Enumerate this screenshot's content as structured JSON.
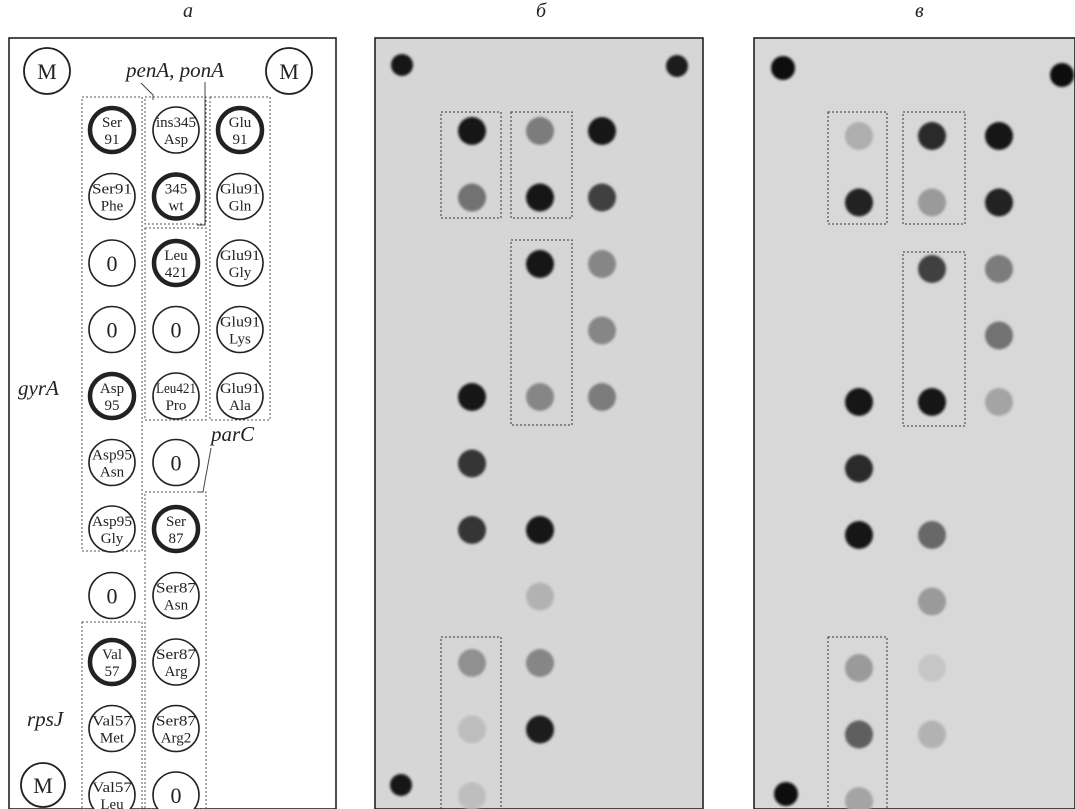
{
  "panel_labels": {
    "a": "а",
    "b": "б",
    "c": "в"
  },
  "genes": {
    "penA_ponA": "penA, ponA",
    "gyrA": "gyrA",
    "parC": "parC",
    "rpsJ": "rpsJ"
  },
  "markers": {
    "label": "M"
  },
  "layout_grid": {
    "columns": 3,
    "rows": 11,
    "cells": [
      {
        "row": 1,
        "col": 1,
        "lines": [
          "Ser",
          "91"
        ],
        "kind": "wildtype"
      },
      {
        "row": 1,
        "col": 2,
        "lines": [
          "ins345",
          "Asp"
        ],
        "kind": "mutant"
      },
      {
        "row": 1,
        "col": 3,
        "lines": [
          "Glu",
          "91"
        ],
        "kind": "wildtype"
      },
      {
        "row": 2,
        "col": 1,
        "lines": [
          "Ser91",
          "Phe"
        ],
        "kind": "mutant"
      },
      {
        "row": 2,
        "col": 2,
        "lines": [
          "345",
          "wt"
        ],
        "kind": "wildtype"
      },
      {
        "row": 2,
        "col": 3,
        "lines": [
          "Glu91",
          "Gln"
        ],
        "kind": "mutant"
      },
      {
        "row": 3,
        "col": 1,
        "lines": [
          "0"
        ],
        "kind": "empty"
      },
      {
        "row": 3,
        "col": 2,
        "lines": [
          "Leu",
          "421"
        ],
        "kind": "wildtype"
      },
      {
        "row": 3,
        "col": 3,
        "lines": [
          "Glu91",
          "Gly"
        ],
        "kind": "mutant"
      },
      {
        "row": 4,
        "col": 1,
        "lines": [
          "0"
        ],
        "kind": "empty"
      },
      {
        "row": 4,
        "col": 2,
        "lines": [
          "0"
        ],
        "kind": "empty"
      },
      {
        "row": 4,
        "col": 3,
        "lines": [
          "Glu91",
          "Lys"
        ],
        "kind": "mutant"
      },
      {
        "row": 5,
        "col": 1,
        "lines": [
          "Asp",
          "95"
        ],
        "kind": "wildtype"
      },
      {
        "row": 5,
        "col": 2,
        "lines": [
          "Leu421",
          "Pro"
        ],
        "kind": "mutant"
      },
      {
        "row": 5,
        "col": 3,
        "lines": [
          "Glu91",
          "Ala"
        ],
        "kind": "mutant"
      },
      {
        "row": 6,
        "col": 1,
        "lines": [
          "Asp95",
          "Asn"
        ],
        "kind": "mutant"
      },
      {
        "row": 6,
        "col": 2,
        "lines": [
          "0"
        ],
        "kind": "empty"
      },
      {
        "row": 7,
        "col": 1,
        "lines": [
          "Asp95",
          "Gly"
        ],
        "kind": "mutant"
      },
      {
        "row": 7,
        "col": 2,
        "lines": [
          "Ser",
          "87"
        ],
        "kind": "wildtype"
      },
      {
        "row": 8,
        "col": 1,
        "lines": [
          "0"
        ],
        "kind": "empty"
      },
      {
        "row": 8,
        "col": 2,
        "lines": [
          "Ser87",
          "Asn"
        ],
        "kind": "mutant"
      },
      {
        "row": 9,
        "col": 1,
        "lines": [
          "Val",
          "57"
        ],
        "kind": "wildtype"
      },
      {
        "row": 9,
        "col": 2,
        "lines": [
          "Ser87",
          "Arg"
        ],
        "kind": "mutant"
      },
      {
        "row": 10,
        "col": 1,
        "lines": [
          "Val57",
          "Met"
        ],
        "kind": "mutant"
      },
      {
        "row": 10,
        "col": 2,
        "lines": [
          "Ser87",
          "Arg2"
        ],
        "kind": "mutant"
      },
      {
        "row": 11,
        "col": 1,
        "lines": [
          "Val57",
          "Leu"
        ],
        "kind": "mutant"
      },
      {
        "row": 11,
        "col": 2,
        "lines": [
          "0"
        ],
        "kind": "empty"
      }
    ]
  },
  "blot_b": {
    "spots": [
      {
        "row": 1,
        "col": 1,
        "intensity": 0.95
      },
      {
        "row": 1,
        "col": 2,
        "intensity": 0.45
      },
      {
        "row": 1,
        "col": 3,
        "intensity": 0.95
      },
      {
        "row": 2,
        "col": 1,
        "intensity": 0.5
      },
      {
        "row": 2,
        "col": 2,
        "intensity": 0.97
      },
      {
        "row": 2,
        "col": 3,
        "intensity": 0.75
      },
      {
        "row": 3,
        "col": 2,
        "intensity": 0.95
      },
      {
        "row": 3,
        "col": 3,
        "intensity": 0.4
      },
      {
        "row": 4,
        "col": 3,
        "intensity": 0.4
      },
      {
        "row": 5,
        "col": 1,
        "intensity": 0.95
      },
      {
        "row": 5,
        "col": 2,
        "intensity": 0.4
      },
      {
        "row": 5,
        "col": 3,
        "intensity": 0.45
      },
      {
        "row": 6,
        "col": 1,
        "intensity": 0.8
      },
      {
        "row": 7,
        "col": 1,
        "intensity": 0.8
      },
      {
        "row": 7,
        "col": 2,
        "intensity": 0.95
      },
      {
        "row": 8,
        "col": 2,
        "intensity": 0.18
      },
      {
        "row": 9,
        "col": 1,
        "intensity": 0.35
      },
      {
        "row": 9,
        "col": 2,
        "intensity": 0.4
      },
      {
        "row": 10,
        "col": 1,
        "intensity": 0.12
      },
      {
        "row": 10,
        "col": 2,
        "intensity": 0.93
      },
      {
        "row": 11,
        "col": 1,
        "intensity": 0.12
      }
    ]
  },
  "blot_c": {
    "spots": [
      {
        "row": 1,
        "col": 1,
        "intensity": 0.2
      },
      {
        "row": 1,
        "col": 2,
        "intensity": 0.85
      },
      {
        "row": 1,
        "col": 3,
        "intensity": 0.95
      },
      {
        "row": 2,
        "col": 1,
        "intensity": 0.9
      },
      {
        "row": 2,
        "col": 2,
        "intensity": 0.3
      },
      {
        "row": 2,
        "col": 3,
        "intensity": 0.9
      },
      {
        "row": 3,
        "col": 2,
        "intensity": 0.75
      },
      {
        "row": 3,
        "col": 3,
        "intensity": 0.45
      },
      {
        "row": 4,
        "col": 3,
        "intensity": 0.5
      },
      {
        "row": 5,
        "col": 1,
        "intensity": 0.95
      },
      {
        "row": 5,
        "col": 2,
        "intensity": 0.95
      },
      {
        "row": 5,
        "col": 3,
        "intensity": 0.25
      },
      {
        "row": 6,
        "col": 1,
        "intensity": 0.85
      },
      {
        "row": 7,
        "col": 1,
        "intensity": 0.95
      },
      {
        "row": 7,
        "col": 2,
        "intensity": 0.55
      },
      {
        "row": 8,
        "col": 2,
        "intensity": 0.3
      },
      {
        "row": 9,
        "col": 1,
        "intensity": 0.3
      },
      {
        "row": 9,
        "col": 2,
        "intensity": 0.08
      },
      {
        "row": 10,
        "col": 1,
        "intensity": 0.6
      },
      {
        "row": 10,
        "col": 2,
        "intensity": 0.18
      },
      {
        "row": 11,
        "col": 1,
        "intensity": 0.25
      }
    ]
  },
  "colors": {
    "membrane": "#d6d6d6",
    "spot_dark": "#111111",
    "frame": "#222222"
  }
}
